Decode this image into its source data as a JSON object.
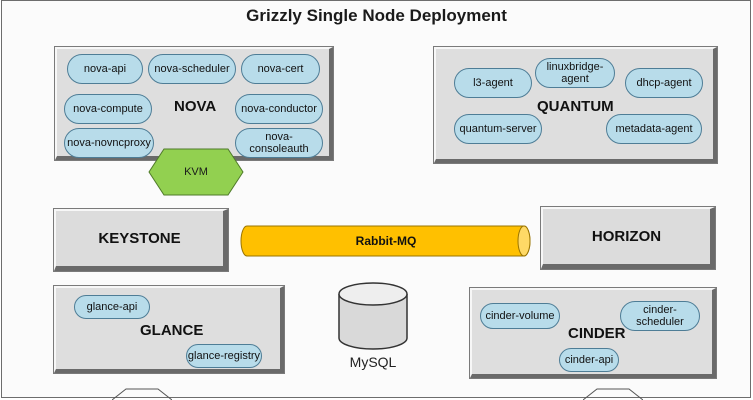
{
  "title": "Grizzly Single Node Deployment",
  "nova": {
    "label": "NOVA",
    "services": [
      "nova-api",
      "nova-scheduler",
      "nova-cert",
      "nova-compute",
      "nova-conductor",
      "nova-novncproxy",
      "nova-consoleauth"
    ],
    "hypervisor": "KVM"
  },
  "quantum": {
    "label": "QUANTUM",
    "services": [
      "l3-agent",
      "linuxbridge-\nagent",
      "dhcp-agent",
      "quantum-server",
      "metadata-agent"
    ]
  },
  "keystone": {
    "label": "KEYSTONE"
  },
  "horizon": {
    "label": "HORIZON"
  },
  "queue": {
    "label": "Rabbit-MQ"
  },
  "glance": {
    "label": "GLANCE",
    "services": [
      "glance-api",
      "glance-registry"
    ]
  },
  "database": {
    "label": "MySQL"
  },
  "cinder": {
    "label": "CINDER",
    "services": [
      "cinder-volume",
      "cinder-\nscheduler",
      "cinder-api"
    ]
  },
  "colors": {
    "pill_fill": "#b8dcea",
    "pill_border": "#4e7d96",
    "kvm_fill": "#92d050",
    "queue_fill": "#ffc000",
    "box_fill": "#dcdcdc"
  }
}
